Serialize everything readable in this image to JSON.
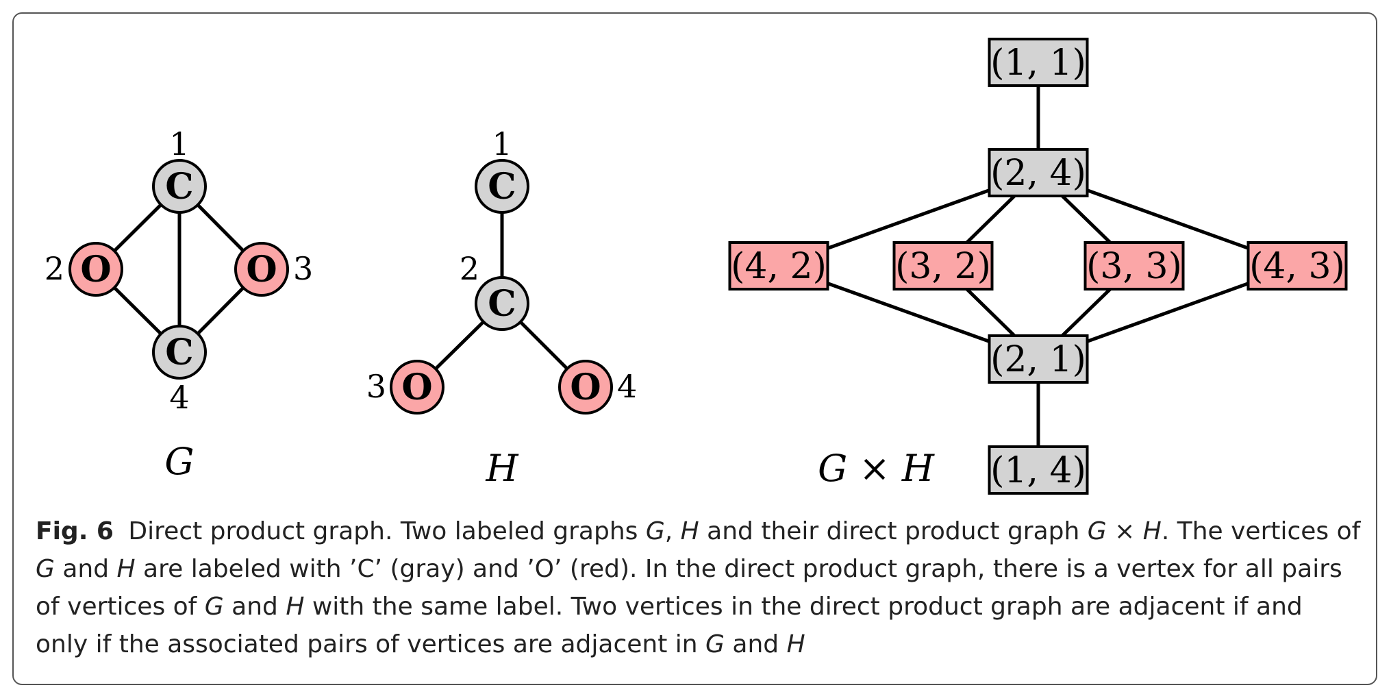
{
  "colors": {
    "gray": "#d3d3d3",
    "red": "#fba6a7",
    "edge": "#000000",
    "frame": "#555555"
  },
  "graph_g": {
    "name": "G",
    "vertices": [
      {
        "id": "1",
        "label": "C",
        "color": "gray"
      },
      {
        "id": "2",
        "label": "O",
        "color": "red"
      },
      {
        "id": "3",
        "label": "O",
        "color": "red"
      },
      {
        "id": "4",
        "label": "C",
        "color": "gray"
      }
    ],
    "edges": [
      [
        "1",
        "2"
      ],
      [
        "1",
        "3"
      ],
      [
        "1",
        "4"
      ],
      [
        "2",
        "4"
      ],
      [
        "3",
        "4"
      ]
    ]
  },
  "graph_h": {
    "name": "H",
    "vertices": [
      {
        "id": "1",
        "label": "C",
        "color": "gray"
      },
      {
        "id": "2",
        "label": "C",
        "color": "gray"
      },
      {
        "id": "3",
        "label": "O",
        "color": "red"
      },
      {
        "id": "4",
        "label": "O",
        "color": "red"
      }
    ],
    "edges": [
      [
        "1",
        "2"
      ],
      [
        "2",
        "3"
      ],
      [
        "2",
        "4"
      ]
    ]
  },
  "product_graph": {
    "name": "G × H",
    "vertices": [
      {
        "id": "11",
        "label": "(1, 1)",
        "color": "gray"
      },
      {
        "id": "24",
        "label": "(2, 4)",
        "color": "gray"
      },
      {
        "id": "42",
        "label": "(4, 2)",
        "color": "red"
      },
      {
        "id": "32",
        "label": "(3, 2)",
        "color": "red"
      },
      {
        "id": "33",
        "label": "(3, 3)",
        "color": "red"
      },
      {
        "id": "43",
        "label": "(4, 3)",
        "color": "red"
      },
      {
        "id": "21",
        "label": "(2, 1)",
        "color": "gray"
      },
      {
        "id": "14",
        "label": "(1, 4)",
        "color": "gray"
      }
    ],
    "edges": [
      [
        "11",
        "24"
      ],
      [
        "24",
        "42"
      ],
      [
        "24",
        "32"
      ],
      [
        "24",
        "33"
      ],
      [
        "24",
        "43"
      ],
      [
        "42",
        "21"
      ],
      [
        "32",
        "21"
      ],
      [
        "33",
        "21"
      ],
      [
        "43",
        "21"
      ],
      [
        "21",
        "14"
      ]
    ]
  },
  "caption": {
    "fig_label": "Fig. 6",
    "parts": [
      {
        "t": "Direct product graph. Two labeled graphs "
      },
      {
        "t": "G",
        "i": true
      },
      {
        "t": ", "
      },
      {
        "t": "H",
        "i": true
      },
      {
        "t": " and their direct product graph "
      },
      {
        "t": "G",
        "i": true
      },
      {
        "t": " × "
      },
      {
        "t": "H",
        "i": true
      },
      {
        "t": ". The vertices of "
      },
      {
        "t": "G",
        "i": true
      },
      {
        "t": " and "
      },
      {
        "t": "H",
        "i": true
      },
      {
        "t": " are labeled with ’C’ (gray) and ’O’ (red). In the direct product graph, there is a vertex for all pairs of vertices of "
      },
      {
        "t": "G",
        "i": true
      },
      {
        "t": " and "
      },
      {
        "t": "H",
        "i": true
      },
      {
        "t": " with the same label. Two vertices in the direct product graph are adjacent if and only if the associated pairs of vertices are adjacent in "
      },
      {
        "t": "G",
        "i": true
      },
      {
        "t": " and "
      },
      {
        "t": "H",
        "i": true
      }
    ]
  }
}
